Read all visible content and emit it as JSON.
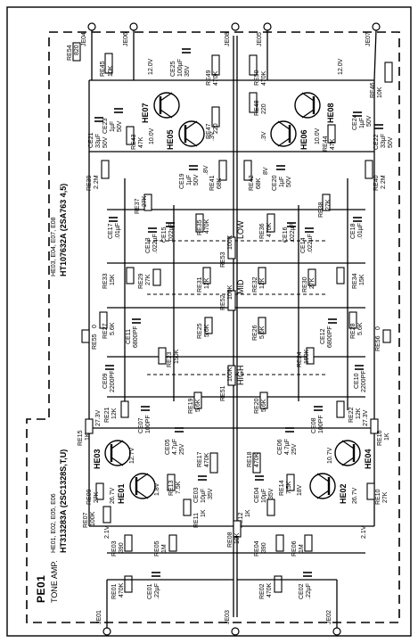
{
  "module": {
    "id": "PE01",
    "name": "TONE AMP."
  },
  "transistor_notes": {
    "group_a_refs": "HE01, E02, E05, E06",
    "group_a_part": "HT313283A (2SC1328S,T,U)",
    "group_b_refs": "HE03, E04, E07, E08",
    "group_b_part": "HT107632A (2SA763 4,5)"
  },
  "jacks": {
    "je01": "JE01",
    "je02": "JE02",
    "je03": "JE03",
    "je04": "JE04",
    "je05": "JE05",
    "je06": "JE06",
    "je07": "JE07",
    "je08": "JE08"
  },
  "transistors": {
    "he01": "HE01",
    "he02": "HE02",
    "he03": "HE03",
    "he04": "HE04",
    "he05": "HE05",
    "he06": "HE06",
    "he07": "HE07",
    "he08": "HE08"
  },
  "bands": {
    "low": "LOW",
    "mid": "MID",
    "high": "HIGH"
  },
  "voltages": {
    "v12_left": "12.0V",
    "v12_right": "12.0V",
    "v3_left": ".3V",
    "v3_right": ".3V",
    "v8_left": ".8V",
    "v8_right": "8V",
    "v10_left": "10.0V",
    "v10_right": "10.0V",
    "v273_left": "27.3V",
    "v273_right": "27.3V",
    "v127": "12.7V",
    "v107": "10.7V",
    "v267_left": "26.7V",
    "v267_right": "26.7V",
    "v18_left": "1.8V",
    "v18_right": "18V",
    "v21_left": "2.1V",
    "v21_right": "2.1V"
  },
  "components": {
    "re54": "RE54",
    "re54v": "820",
    "re45": "RE45",
    "re45v": "10K",
    "ce25": "CE25",
    "ce25v": "100µF",
    "ce25w": "35V",
    "re49": "RE49",
    "re49v": "470K",
    "re50": "RE50",
    "re50v": "470K",
    "re46": "RE46",
    "re46v": "10K",
    "ce23": "CE23",
    "ce23v": "1µF",
    "ce23w": "50V",
    "re47": "RE47",
    "re47v": "220",
    "re48": "RE48",
    "re48v": "220",
    "ce21": "CE21",
    "ce21v": "33µF",
    "ce21w": "50V",
    "re43": "RE43",
    "re43v": "47K",
    "re44": "RE44",
    "re44v": "47K",
    "ce24": "CE24",
    "ce24v": "1µF",
    "ce24w": "50V",
    "ce22": "CE22",
    "ce22v": "33µF",
    "ce22w": "50V",
    "re39": "RE39",
    "re39v": "2.2M",
    "ce19": "CE19",
    "ce19v": "1µF",
    "ce19w": "50V",
    "re41": "RE41",
    "re41v": "68K",
    "re42": "RE42",
    "re42v": "68K",
    "ce20": "CE20",
    "ce20v": "1µF",
    "ce20w": "50V",
    "re40": "RE40",
    "re40v": "2.2M",
    "ce17": "CE17",
    "ce17v": ".01µF",
    "re37": "RE37",
    "re37v": "27K",
    "ce13": "CE13",
    "ce13v": ".022µF",
    "ce15": "CE15",
    "ce15v": ".022µF",
    "re35": "RE35",
    "re35v": "470K",
    "re53": "RE53",
    "re53v": "100K",
    "re36": "RE36",
    "re36v": "470K",
    "ce16": "CE16",
    "ce16v": ".022µF",
    "ce14": "CE14",
    "ce14v": ".022µF",
    "re38": "RE38",
    "re38v": "27K",
    "ce18": "CE18",
    "ce18v": ".01µF",
    "re33": "RE33",
    "re33v": "15K",
    "re29": "RE29",
    "re29v": "27K",
    "re31": "RE31",
    "re31v": "12K",
    "re32": "RE32",
    "re32v": "12K",
    "re30": "RE30",
    "re30v": "27K",
    "re34": "RE34",
    "re34v": "15K",
    "re27": "RE27",
    "re27v": "5.6K",
    "ce11": "CE11",
    "ce11v": "6800PF",
    "re25": "RE25",
    "re25v": "5.6K",
    "re52": "RE52",
    "re52v": "100K",
    "re26": "RE26",
    "re26v": "5.6K",
    "ce12": "CE12",
    "ce12v": "6800PF",
    "re28": "RE28",
    "re28v": "5.6K",
    "re55": "RE55",
    "re55v": "0",
    "re56": "RE56",
    "re56v": "0",
    "ce09": "CE09",
    "ce09v": "2200PF",
    "re23": "RE23",
    "re23v": "150K",
    "re24": "RE24",
    "re24v": "150K",
    "ce10": "CE10",
    "ce10v": "2200PF",
    "re19": "RE19",
    "re19v": "5.6K",
    "re51": "RE51",
    "re51v": "100K",
    "re20": "RE20",
    "re20v": "5.6K",
    "re21": "RE21",
    "re21v": "12K",
    "ce07": "CE07",
    "ce07v": "100PF",
    "ce08": "CE08",
    "ce08v": "100PF",
    "re22": "RE22",
    "re22v": "12K",
    "ce05": "CE05",
    "ce05v": "4.7µF",
    "ce05w": "25V",
    "ce06": "CE06",
    "ce06v": "4.7µF",
    "ce06w": "25V",
    "re15": "RE15",
    "re15v": "1K",
    "re16": "RE16",
    "re16v": "1K",
    "re17": "RE17",
    "re17v": "470K",
    "re18": "RE18",
    "re18v": "470K",
    "re13": "RE13",
    "re13v": "7.5K",
    "re14": "RE14",
    "re14v": "7.5K",
    "ce03": "CE03",
    "ce03v": "10µF",
    "ce03w": "35V",
    "ce04": "CE04",
    "ce04v": "10µF",
    "ce04w": "35V",
    "re09": "RE09",
    "re09v": "27K",
    "re10": "RE10",
    "re10v": "27K",
    "re07": "RE07",
    "re07v": "100K",
    "re11": "RE11",
    "re11v": "1K",
    "re12": "RE12",
    "re12v": "1K",
    "re08": "RE08",
    "re08v": "10K",
    "re03": "RE03",
    "re03v": "390",
    "re05": "RE05",
    "re05v": "1M",
    "re04": "RE04",
    "re04v": "390",
    "re06": "RE06",
    "re06v": "1M",
    "ce01": "CE01",
    "ce01v": ".22µF",
    "ce02": "CE02",
    "ce02v": ".22µF",
    "re01": "RE01",
    "re01v": "470K",
    "re02": "RE02",
    "re02v": "470K"
  }
}
